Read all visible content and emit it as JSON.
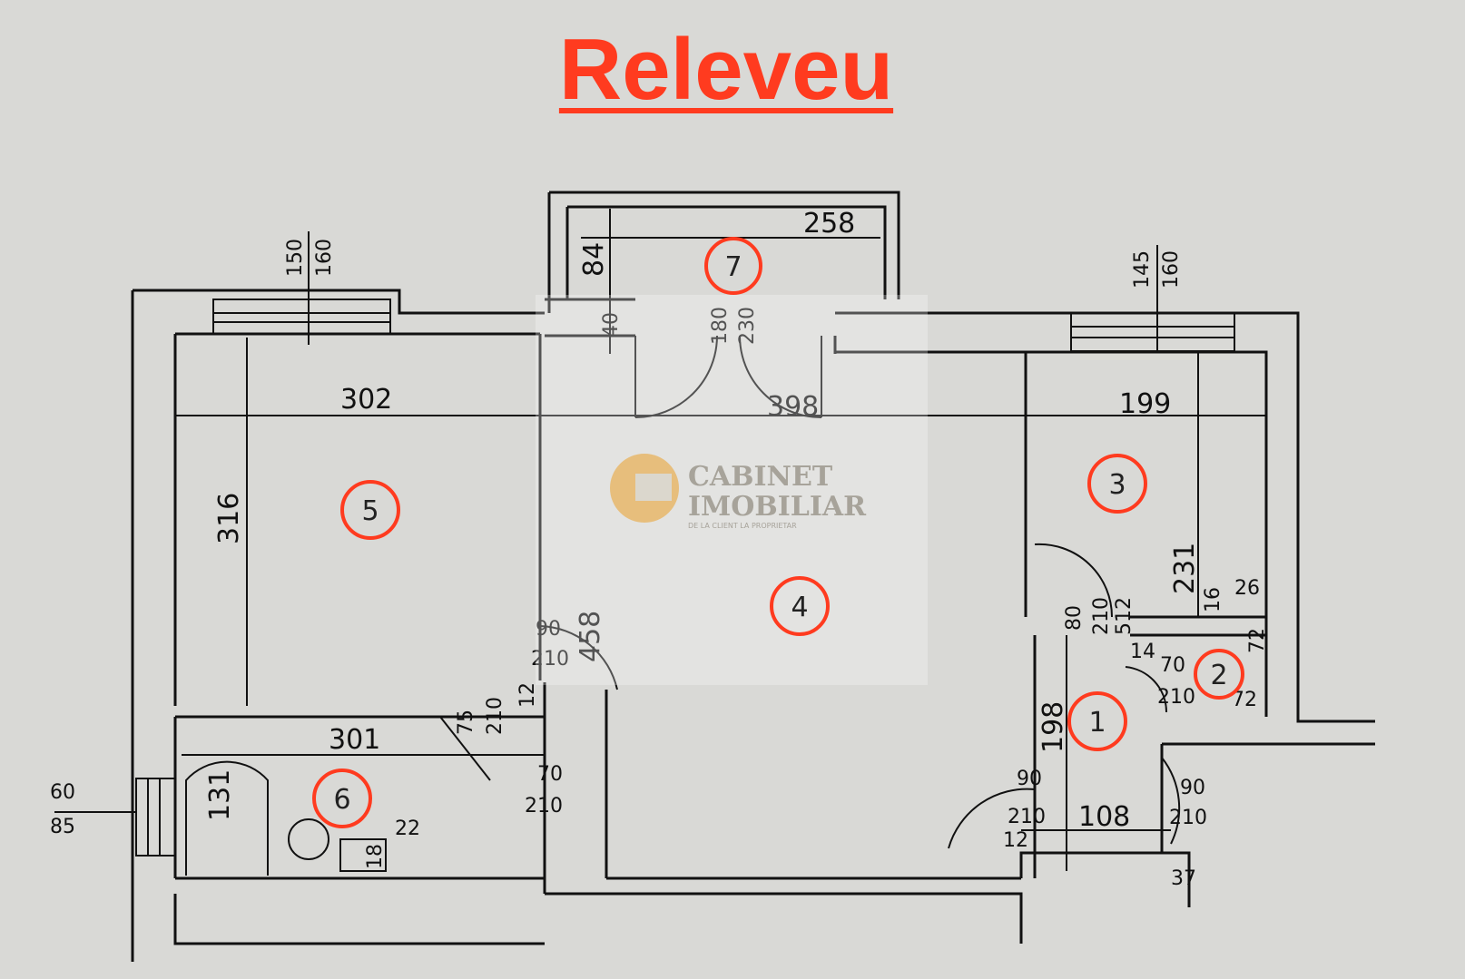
{
  "title": "Releveu",
  "watermark": {
    "line1": "CABINET",
    "line2": "IMOBILIAR",
    "tagline": "DE LA CLIENT LA PROPRIETAR"
  },
  "rooms": [
    "1",
    "2",
    "3",
    "4",
    "5",
    "6",
    "7"
  ],
  "dimensions": {
    "balcony_width": "258",
    "balcony_depth": "84",
    "balcony_wall": "40",
    "balcony_door_top": "180",
    "balcony_door_bottom": "230",
    "window_left_top": "150",
    "window_left_bottom": "160",
    "window_right_top": "145",
    "window_right_bottom": "160",
    "room5_width": "302",
    "room4_width": "398",
    "room3_width": "199",
    "room5_depth": "316",
    "room4_depth": "458",
    "door5_w": "90",
    "door5_h": "210",
    "door6a_w": "75",
    "door6a_h": "210",
    "door6a_gap": "12",
    "door6b_w": "70",
    "door6b_h": "210",
    "bath_width": "301",
    "bath_depth": "131",
    "bath_misc": "22",
    "sink_label": "18",
    "vent_top": "60",
    "vent_bottom": "85",
    "room3_depth": "231",
    "room3_a": "16",
    "room3_b": "26",
    "door3_w": "80",
    "door3_h1": "210",
    "door3_h2": "512",
    "door2_w": "70",
    "door2_h": "210",
    "room2_a": "72",
    "room2_b": "72",
    "hall_depth": "198",
    "hall_width": "108",
    "door_entry_w": "90",
    "door_entry_h": "210",
    "door_entry_gap": "12",
    "door_out_w": "90",
    "door_out_h": "210",
    "wall_37": "37",
    "small_14": "14"
  },
  "colors": {
    "accent": "#ff3b1f",
    "paper": "#d9d9d6",
    "ink": "#111111"
  }
}
